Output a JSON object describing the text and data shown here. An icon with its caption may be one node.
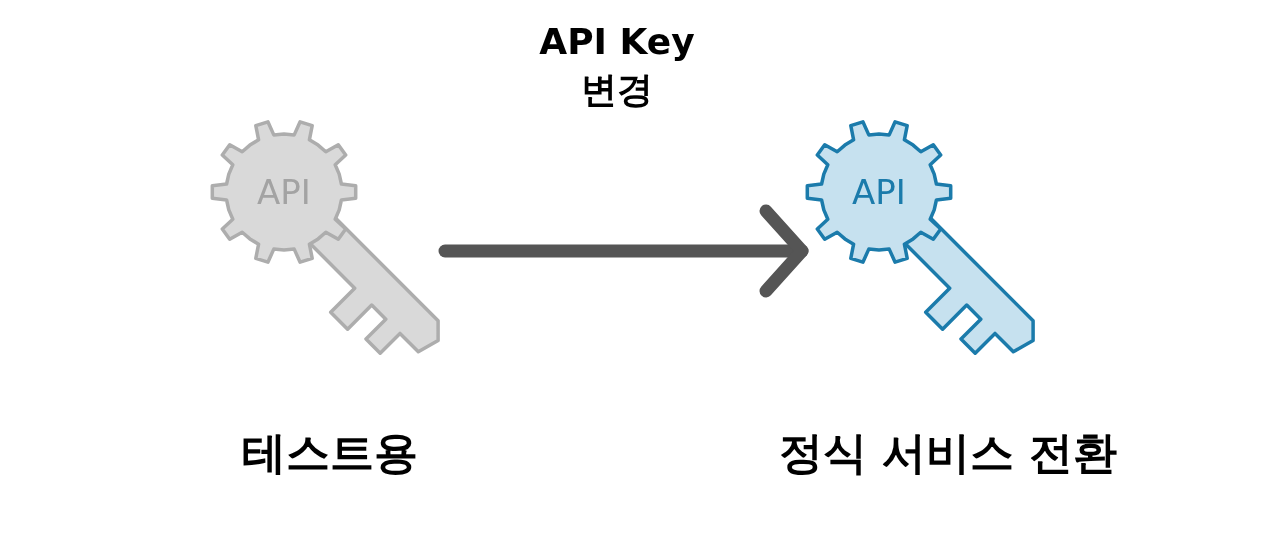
{
  "diagram": {
    "nodes": [
      {
        "text": [
          "API"
        ],
        "beside": [
          "테스트용"
        ]
      },
      {
        "text": [
          "API"
        ],
        "beside": [
          "정식 서비스 전환"
        ]
      }
    ],
    "edges": [
      {
        "from": 0,
        "to": 1,
        "arrow": "to",
        "label": "API Key 변경"
      }
    ]
  }
}
